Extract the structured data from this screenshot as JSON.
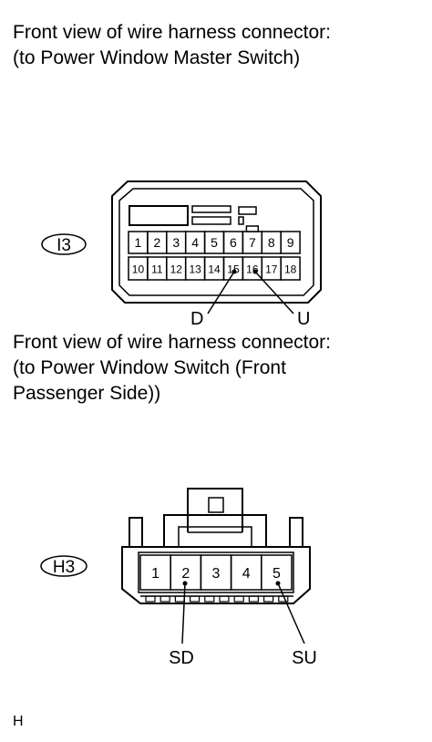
{
  "caption_master": "Front view of wire harness connector:\n(to Power Window Master Switch)",
  "caption_passenger": "Front view of wire harness connector:\n(to Power Window Switch (Front\nPassenger Side))",
  "connector_i3": {
    "id": "I3",
    "pins_top": [
      "1",
      "2",
      "3",
      "4",
      "5",
      "6",
      "7",
      "8",
      "9"
    ],
    "pins_bottom": [
      "10",
      "11",
      "12",
      "13",
      "14",
      "15",
      "16",
      "17",
      "18"
    ],
    "callouts": [
      {
        "pin": "15",
        "label": "D"
      },
      {
        "pin": "16",
        "label": "U"
      }
    ]
  },
  "connector_h3": {
    "id": "H3",
    "pins": [
      "1",
      "2",
      "3",
      "4",
      "5"
    ],
    "callouts": [
      {
        "pin": "2",
        "label": "SD"
      },
      {
        "pin": "5",
        "label": "SU"
      }
    ]
  },
  "corner_mark": "H"
}
